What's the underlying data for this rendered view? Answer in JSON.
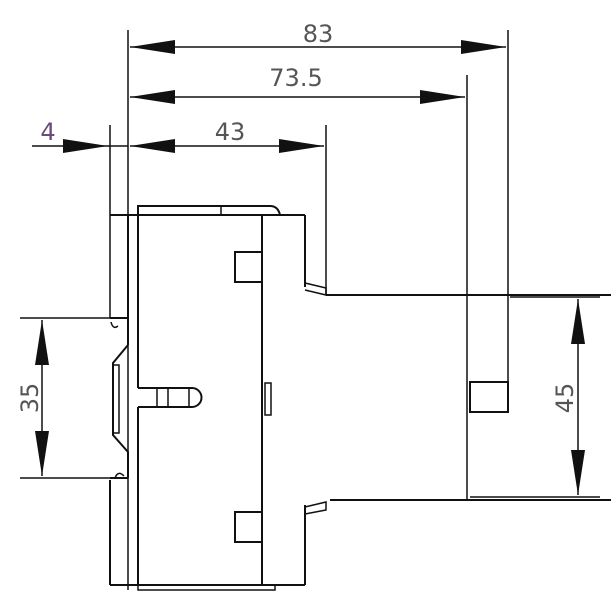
{
  "dimensions": {
    "overall_width": "83",
    "mounting_width": "73.5",
    "rail_offset": "4",
    "front_depth": "43",
    "rail_height": "35",
    "front_height": "45"
  },
  "colors": {
    "line": "#111111",
    "label": "#555555",
    "offset_label": "#6a4a7a"
  }
}
